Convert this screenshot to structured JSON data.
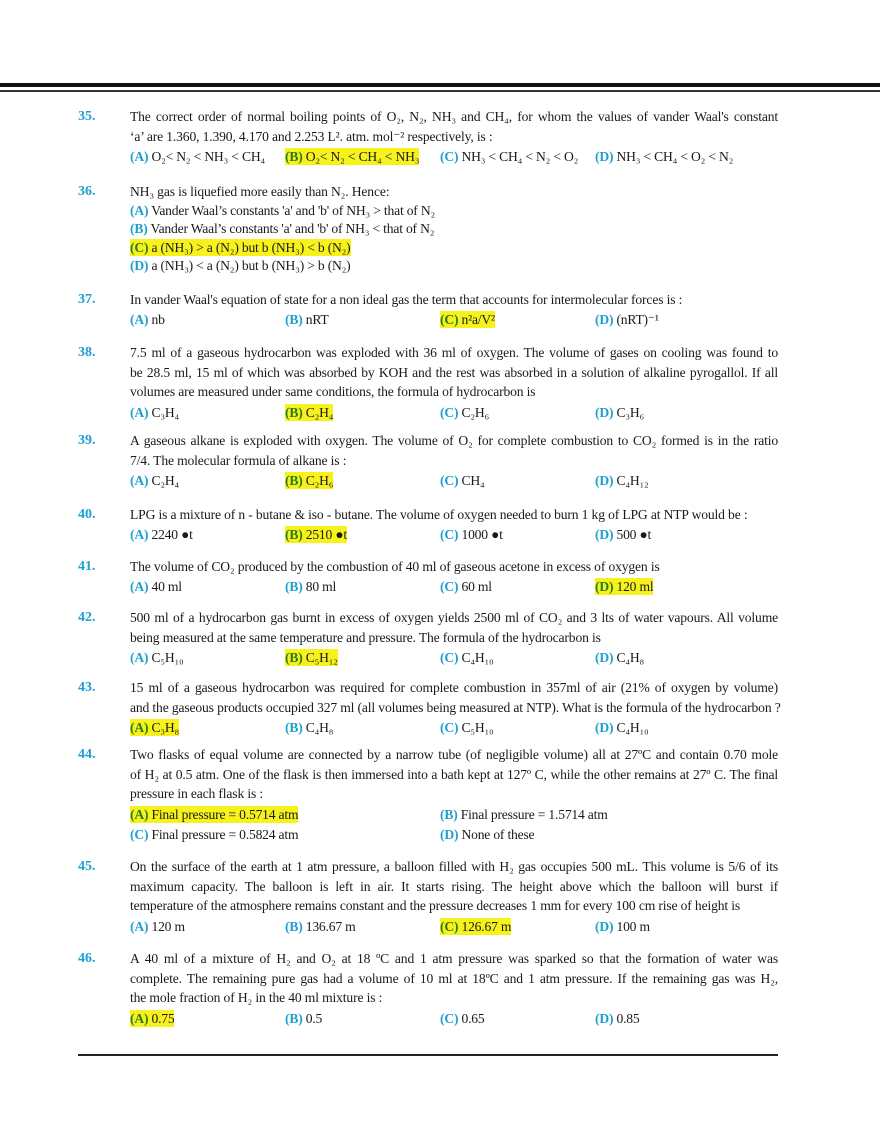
{
  "colors": {
    "number": "#1e9fd2",
    "highlight": "#f7f21c"
  },
  "questions": [
    {
      "number": "35.",
      "answer": "B",
      "stem": [
        "The correct order of normal boiling points of O₂, N₂, NH₃ and CH₄, for whom the values of vander Waal's constant",
        "‘a’ are 1.360, 1.390, 4.170 and 2.253 L². atm. mol⁻² respectively, is :"
      ],
      "options": [
        {
          "label": "(A)",
          "text": " O₂< N₂ < NH₃ < CH₄"
        },
        {
          "label": "(B)",
          "text": " O₂< N₂ < CH₄ < NH₃"
        },
        {
          "label": "(C)",
          "text": " NH₃ < CH₄ < N₂ < O₂"
        },
        {
          "label": "(D)",
          "text": " NH₃ < CH₄ < O₂ < N₂"
        }
      ]
    },
    {
      "number": "36.",
      "answer": "C",
      "stem": [
        "NH₃ gas is liquefied more easily than N₂. Hence:"
      ],
      "options": [
        {
          "label": "(A)",
          "text": " Vander Waal’s constants 'a' and 'b' of NH₃ > that of N₂"
        },
        {
          "label": "(B)",
          "text": " Vander Waal’s constants 'a' and 'b' of NH₃ < that of N₂"
        },
        {
          "label": "(C)",
          "text": " a (NH₃) > a (N₂) but b (NH₃) < b (N₂)"
        },
        {
          "label": "(D)",
          "text": " a (NH₃) < a (N₂) but b (NH₃) > b (N₂)"
        }
      ]
    },
    {
      "number": "37.",
      "answer": "C",
      "stem": [
        "In vander Waal's equation of state for a non ideal gas the term that accounts for intermolecular forces is :"
      ],
      "options": [
        {
          "label": "(A)",
          "text": " nb"
        },
        {
          "label": "(B)",
          "text": " nRT"
        },
        {
          "label": "(C)",
          "text": " n²a/V²"
        },
        {
          "label": "(D)",
          "text": " (nRT)⁻¹"
        }
      ]
    },
    {
      "number": "38.",
      "answer": "B",
      "stem": [
        "7.5 ml of a gaseous hydrocarbon was exploded with 36 ml of oxygen. The volume of gases on cooling was found to",
        "be 28.5 ml, 15 ml of which was absorbed by KOH and the rest was absorbed in a solution of alkaline pyrogallol. If all",
        "volumes are measured under same conditions, the formula of hydrocarbon is"
      ],
      "options": [
        {
          "label": "(A)",
          "text": " C₃H₄"
        },
        {
          "label": "(B)",
          "text": " C₂H₄"
        },
        {
          "label": "(C)",
          "text": " C₂H₆"
        },
        {
          "label": "(D)",
          "text": " C₃H₆"
        }
      ]
    },
    {
      "number": "39.",
      "answer": "B",
      "stem": [
        "A gaseous alkane is exploded with oxygen. The volume of O₂ for complete combustion to CO₂ formed is in the ratio",
        "7/4. The molecular formula of alkane is :"
      ],
      "options": [
        {
          "label": "(A)",
          "text": " C₂H₄"
        },
        {
          "label": "(B)",
          "text": " C₂H₆"
        },
        {
          "label": "(C)",
          "text": " CH₄"
        },
        {
          "label": "(D)",
          "text": " C₄H₁₂"
        }
      ]
    },
    {
      "number": "40.",
      "answer": "B",
      "stem": [
        "LPG is a mixture of n - butane & iso - butane. The volume of oxygen needed to burn 1 kg of LPG at NTP would be :"
      ],
      "options": [
        {
          "label": "(A)",
          "text": " 2240 ●t"
        },
        {
          "label": "(B)",
          "text": " 2510 ●t"
        },
        {
          "label": "(C)",
          "text": " 1000 ●t"
        },
        {
          "label": "(D)",
          "text": " 500 ●t"
        }
      ]
    },
    {
      "number": "41.",
      "answer": "D",
      "stem": [
        "The volume of CO₂ produced by the combustion of 40 ml of gaseous acetone in excess of oxygen is"
      ],
      "options": [
        {
          "label": "(A)",
          "text": " 40 ml"
        },
        {
          "label": "(B)",
          "text": " 80 ml"
        },
        {
          "label": "(C)",
          "text": " 60 ml"
        },
        {
          "label": "(D)",
          "text": " 120 ml"
        }
      ]
    },
    {
      "number": "42.",
      "answer": "B",
      "stem": [
        "500 ml of a hydrocarbon gas burnt in excess of oxygen yields 2500 ml of CO₂ and 3 lts of water vapours. All volume",
        "being measured at the same temperature and pressure. The formula of the hydrocarbon is"
      ],
      "options": [
        {
          "label": "(A)",
          "text": " C₅H₁₀"
        },
        {
          "label": "(B)",
          "text": " C₅H₁₂"
        },
        {
          "label": "(C)",
          "text": " C₄H₁₀"
        },
        {
          "label": "(D)",
          "text": " C₄H₈"
        }
      ]
    },
    {
      "number": "43.",
      "answer": "A",
      "stem": [
        "15 ml of a gaseous hydrocarbon was required for complete combustion in 357ml of air (21% of oxygen by volume)",
        "and the gaseous products occupied 327 ml (all volumes being measured at NTP). What is the formula of the hydrocarbon ?"
      ],
      "options": [
        {
          "label": "(A)",
          "text": " C₃H₈"
        },
        {
          "label": "(B)",
          "text": " C₄H₈"
        },
        {
          "label": "(C)",
          "text": " C₅H₁₀"
        },
        {
          "label": "(D)",
          "text": " C₄H₁₀"
        }
      ]
    },
    {
      "number": "44.",
      "answer": "A",
      "stem": [
        "Two  flasks  of equal volume are connected by a narrow tube (of negligible volume) all at 27ºC and contain 0.70 mole",
        "of H₂ at 0.5 atm. One of the flask is then immersed into a bath kept at 127º C, while the other remains at 27º C. The final",
        "pressure in each flask is :"
      ],
      "options": [
        {
          "label": "(A)",
          "text": " Final pressure = 0.5714 atm"
        },
        {
          "label": "(B)",
          "text": " Final pressure = 1.5714 atm"
        },
        {
          "label": "(C)",
          "text": " Final pressure = 0.5824 atm"
        },
        {
          "label": "(D)",
          "text": " None of these"
        }
      ]
    },
    {
      "number": "45.",
      "answer": "C",
      "stem": [
        "On the surface of the earth at 1 atm pressure, a balloon filled with H₂ gas occupies 500 mL. This volume is 5/6 of its",
        "maximum capacity. The balloon is left in air. It starts rising. The height above which the balloon will burst if",
        "temperature of the atmosphere remains constant and the pressure decreases 1 mm for every 100 cm rise of height is"
      ],
      "options": [
        {
          "label": "(A)",
          "text": " 120 m"
        },
        {
          "label": "(B)",
          "text": " 136.67 m"
        },
        {
          "label": "(C)",
          "text": " 126.67 m"
        },
        {
          "label": "(D)",
          "text": " 100 m"
        }
      ]
    },
    {
      "number": "46.",
      "answer": "A",
      "stem": [
        "A 40 ml of a mixture of H₂ and O₂ at 18 ºC and 1 atm pressure was sparked so that the formation of  water  was",
        "complete. The remaining pure gas had a volume of 10 ml at 18ºC and 1 atm pressure. If the remaining gas was H₂,",
        "the mole fraction of H₂ in the 40 ml mixture is :"
      ],
      "options": [
        {
          "label": "(A)",
          "text": " 0.75"
        },
        {
          "label": "(B)",
          "text": " 0.5"
        },
        {
          "label": "(C)",
          "text": " 0.65"
        },
        {
          "label": "(D)",
          "text": " 0.85"
        }
      ]
    }
  ]
}
